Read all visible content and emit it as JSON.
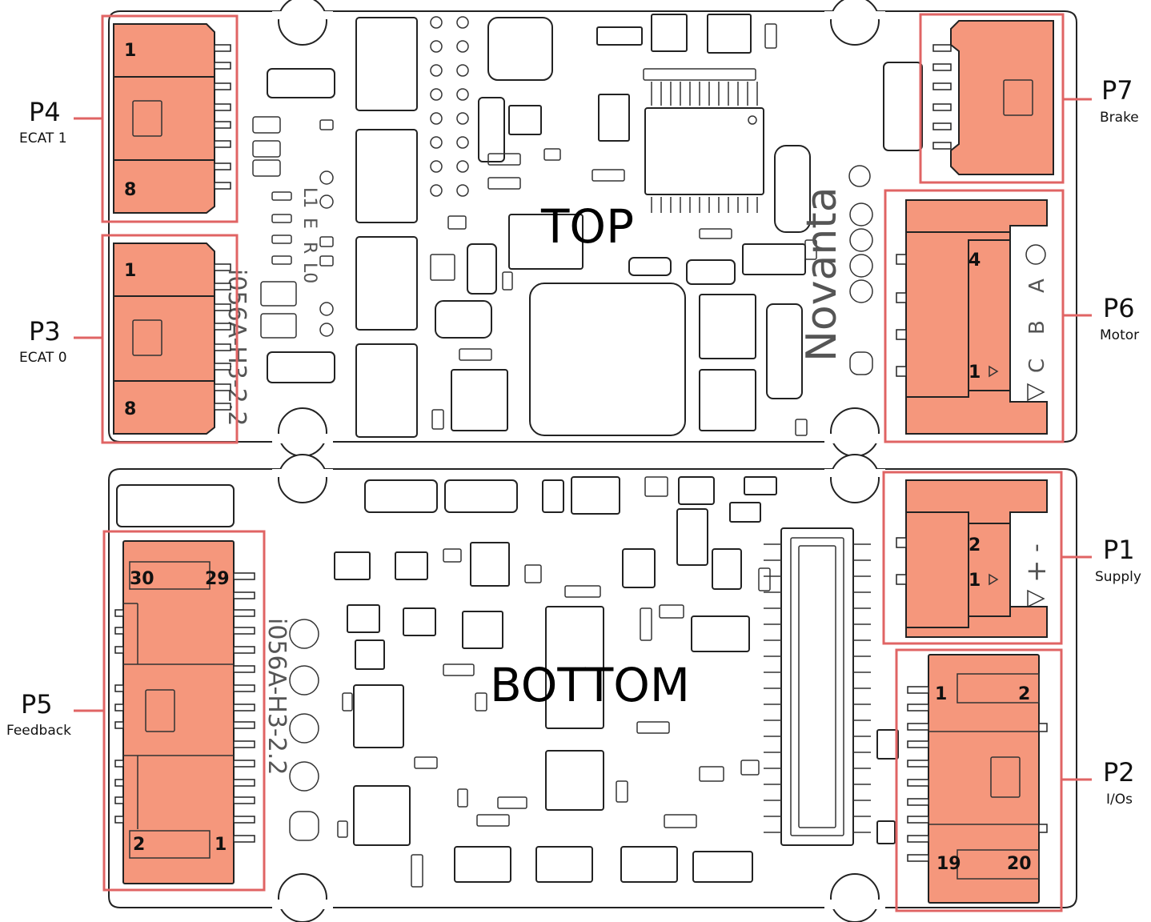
{
  "views": {
    "top": "TOP",
    "bottom": "BOTTOM"
  },
  "silkscreen": {
    "model": "i056A-H3-2.2",
    "brand": "Novanta",
    "leds": [
      "L1",
      "E",
      "R",
      "L0"
    ],
    "motor_phases": [
      "A",
      "B",
      "C"
    ],
    "supply_marks": [
      "-",
      "+"
    ]
  },
  "connectors": [
    {
      "id": "P4",
      "name": "ECAT 1",
      "pins": [
        "1",
        "8"
      ]
    },
    {
      "id": "P3",
      "name": "ECAT 0",
      "pins": [
        "1",
        "8"
      ]
    },
    {
      "id": "P7",
      "name": "Brake",
      "pins": []
    },
    {
      "id": "P6",
      "name": "Motor",
      "pins": [
        "4",
        "1"
      ]
    },
    {
      "id": "P5",
      "name": "Feedback",
      "pins": [
        "30",
        "29",
        "2",
        "1"
      ]
    },
    {
      "id": "P1",
      "name": "Supply",
      "pins": [
        "2",
        "1"
      ]
    },
    {
      "id": "P2",
      "name": "I/Os",
      "pins": [
        "1",
        "2",
        "19",
        "20"
      ]
    }
  ],
  "colors": {
    "connector_fill": "#f5977c",
    "callout_frame": "#e06464",
    "outline": "#222222"
  }
}
